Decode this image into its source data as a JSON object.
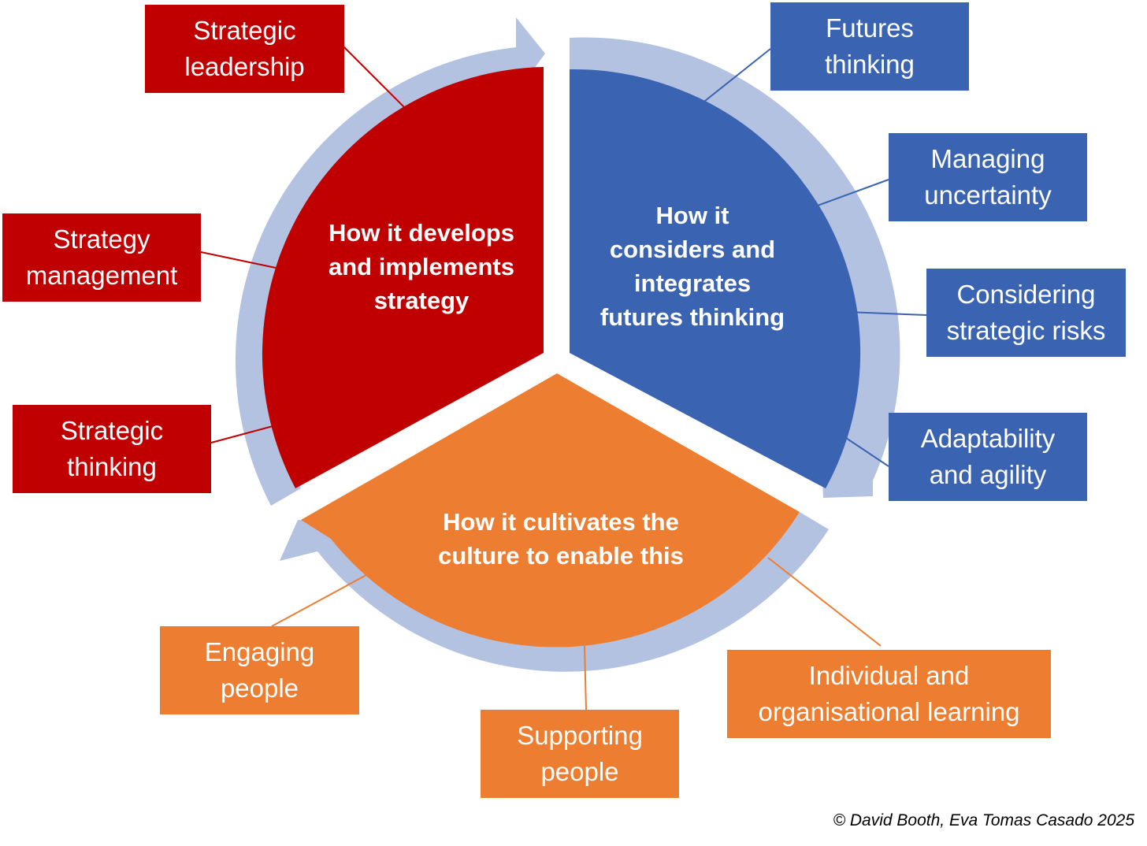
{
  "colors": {
    "red": "#c00000",
    "blue": "#3a63b1",
    "orange": "#ed7d31",
    "ring": "#b4c2e2"
  },
  "segments": {
    "red": "How it develops\nand implements\nstrategy",
    "blue": "How it\nconsiders and\nintegrates\nfutures thinking",
    "orange": "How it cultivates the\nculture to enable this"
  },
  "labels": {
    "strategic_leadership": "Strategic\nleadership",
    "strategy_management": "Strategy\nmanagement",
    "strategic_thinking": "Strategic\nthinking",
    "futures_thinking": "Futures\nthinking",
    "managing_uncertainty": "Managing\nuncertainty",
    "considering_strategic_risks": "Considering\nstrategic risks",
    "adaptability_agility": "Adaptability\nand agility",
    "engaging_people": "Engaging\npeople",
    "supporting_people": "Supporting\npeople",
    "individual_learning": "Individual and\norganisational learning"
  },
  "copyright": "© David Booth, Eva Tomas Casado 2025"
}
